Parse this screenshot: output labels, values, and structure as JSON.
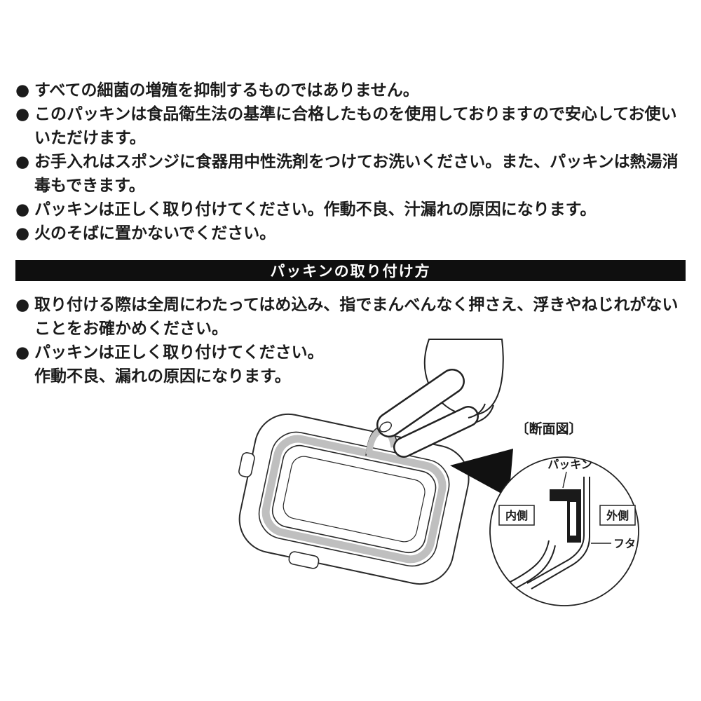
{
  "colors": {
    "page_bg": "#ffffff",
    "section_bar_bg": "#0f0f0f",
    "section_bar_text": "#ffffff",
    "body_text": "#1b1b1b",
    "gasket_gray": "#bfbfbf"
  },
  "care_notes": {
    "bullet": "●",
    "items": [
      "すべての細菌の増殖を抑制するものではありません。",
      "このパッキンは食品衛生法の基準に合格したものを使用しておりますので安心してお使いいただけます。",
      "お手入れはスポンジに食器用中性洗剤をつけてお洗いください。また、パッキンは熱湯消毒もできます。",
      "パッキンは正しく取り付けてください。作動不良、汁漏れの原因になります。",
      "火のそばに置かないでください。"
    ]
  },
  "section_header": {
    "title": "パッキンの取り付け方"
  },
  "install_notes": {
    "bullet": "●",
    "items": [
      {
        "line1": "取り付ける際は全周にわたってはめ込み、指でまんべんなく押さえ、浮きやねじれがないことをお確かめください。"
      },
      {
        "line1": "パッキンは正しく取り付けてください。",
        "line2": "作動不良、漏れの原因になります。"
      }
    ]
  },
  "diagram": {
    "cross_section_label": "〔断面図〕",
    "packing_label": "パッキン",
    "inner_label": "内側",
    "outer_label": "外側",
    "lid_label": "フタ"
  }
}
